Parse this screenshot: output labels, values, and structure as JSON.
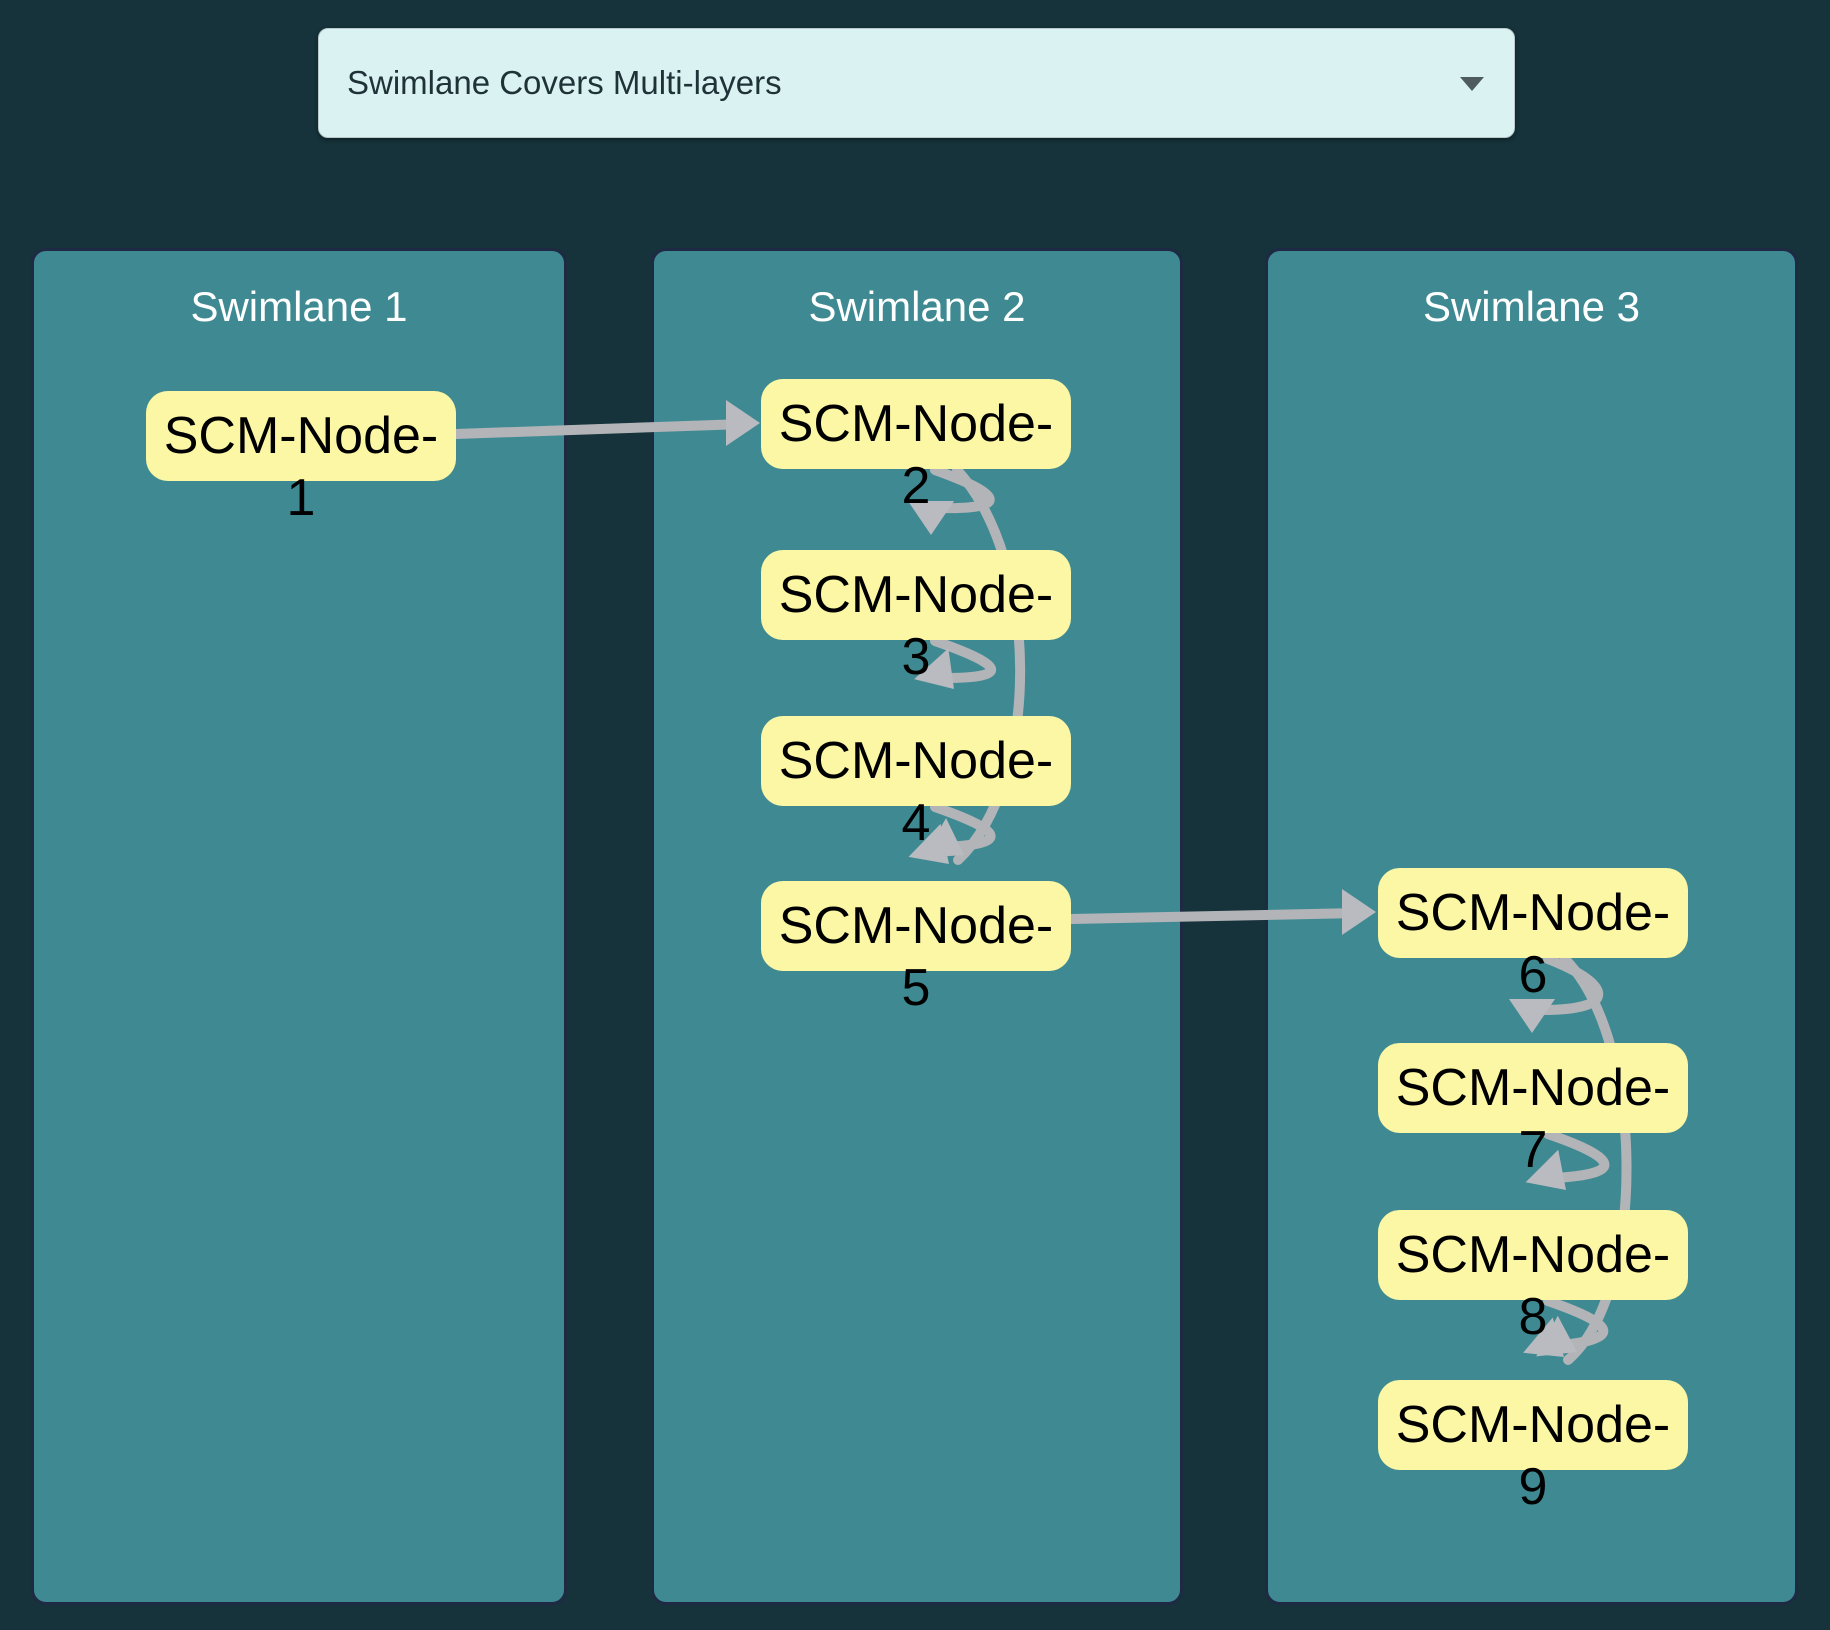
{
  "dropdown": {
    "value": "Swimlane Covers Multi-layers",
    "caret_icon": "chevron-down"
  },
  "swimlanes": [
    {
      "title": "Swimlane 1",
      "nodes": [
        {
          "label": "SCM-Node-1",
          "text": "SCM-Node-",
          "number": "1"
        }
      ]
    },
    {
      "title": "Swimlane 2",
      "nodes": [
        {
          "label": "SCM-Node-2",
          "text": "SCM-Node-",
          "number": "2"
        },
        {
          "label": "SCM-Node-3",
          "text": "SCM-Node-",
          "number": "3"
        },
        {
          "label": "SCM-Node-4",
          "text": "SCM-Node-",
          "number": "4"
        },
        {
          "label": "SCM-Node-5",
          "text": "SCM-Node-",
          "number": "5"
        }
      ]
    },
    {
      "title": "Swimlane 3",
      "nodes": [
        {
          "label": "SCM-Node-6",
          "text": "SCM-Node-",
          "number": "6"
        },
        {
          "label": "SCM-Node-7",
          "text": "SCM-Node-",
          "number": "7"
        },
        {
          "label": "SCM-Node-8",
          "text": "SCM-Node-",
          "number": "8"
        },
        {
          "label": "SCM-Node-9",
          "text": "SCM-Node-",
          "number": "9"
        }
      ]
    }
  ],
  "edges": [
    {
      "from": "SCM-Node-1",
      "to": "SCM-Node-2"
    },
    {
      "from": "SCM-Node-2",
      "to": "SCM-Node-3"
    },
    {
      "from": "SCM-Node-3",
      "to": "SCM-Node-4"
    },
    {
      "from": "SCM-Node-4",
      "to": "SCM-Node-5"
    },
    {
      "from": "SCM-Node-2",
      "to": "SCM-Node-5"
    },
    {
      "from": "SCM-Node-5",
      "to": "SCM-Node-6"
    },
    {
      "from": "SCM-Node-6",
      "to": "SCM-Node-7"
    },
    {
      "from": "SCM-Node-7",
      "to": "SCM-Node-8"
    },
    {
      "from": "SCM-Node-8",
      "to": "SCM-Node-9"
    },
    {
      "from": "SCM-Node-6",
      "to": "SCM-Node-9"
    }
  ],
  "colors": {
    "background": "#16323a",
    "lane_fill": "#3f8a92",
    "lane_border": "#1e2a44",
    "node_fill": "#fcf7a5",
    "node_text": "#000000",
    "edge": "#b2b4b8",
    "lane_title_text": "#ffffff",
    "dropdown_bg": "#daf3f2",
    "dropdown_text": "#1e3238"
  }
}
